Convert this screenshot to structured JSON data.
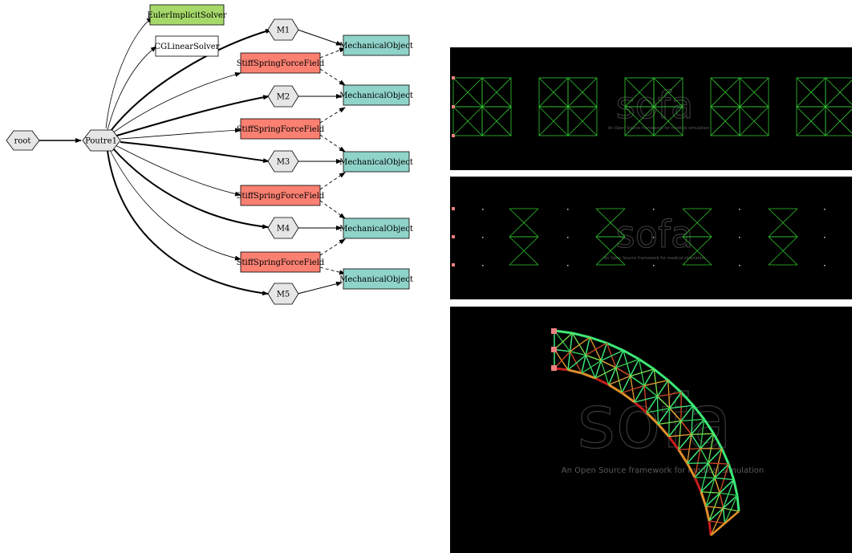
{
  "graph": {
    "root": "root",
    "poutre": "Poutre1",
    "euler_solver": "EulerImplicitSolver",
    "cg_solver": "CGLinearSolver",
    "masses": [
      "M1",
      "M2",
      "M3",
      "M4",
      "M5"
    ],
    "springs": [
      "StiffSpringForceField",
      "StiffSpringForceField",
      "StiffSpringForceField",
      "StiffSpringForceField"
    ],
    "mechanical": [
      "MechanicalObject",
      "MechanicalObject",
      "MechanicalObject",
      "MechanicalObject",
      "MechanicalObject"
    ]
  },
  "colors": {
    "solver_fill": "#a6d96a",
    "spring_fill": "#fa8072",
    "mechanical_fill": "#8fd3c9",
    "hexagon_fill": "#e6e6e6",
    "panel_bg": "#000000",
    "mesh_green": "#32c832",
    "fixed_point": "#f08080"
  },
  "watermark": {
    "logo": "sofa",
    "tagline": "An Open Source framework for medical simulation"
  }
}
